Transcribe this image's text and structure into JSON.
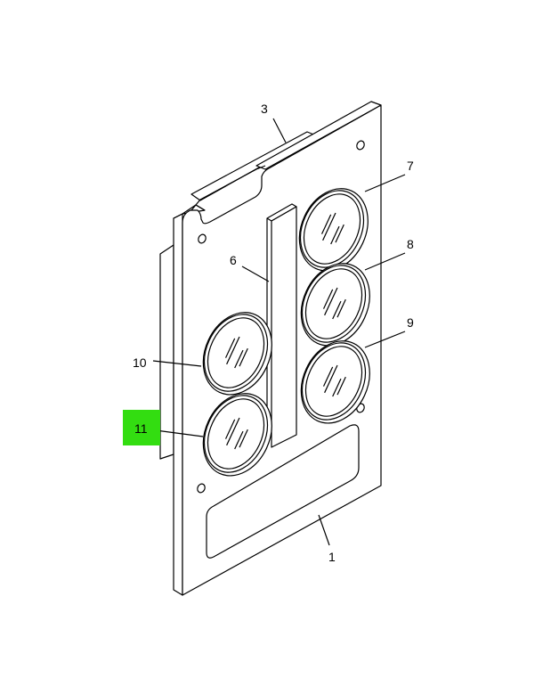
{
  "diagram": {
    "highlight_color": "#33dd11",
    "callouts": {
      "c1": "1",
      "c3": "3",
      "c6": "6",
      "c7": "7",
      "c8": "8",
      "c9": "9",
      "c10": "10",
      "c11": "11"
    },
    "highlighted_callout": "11"
  }
}
